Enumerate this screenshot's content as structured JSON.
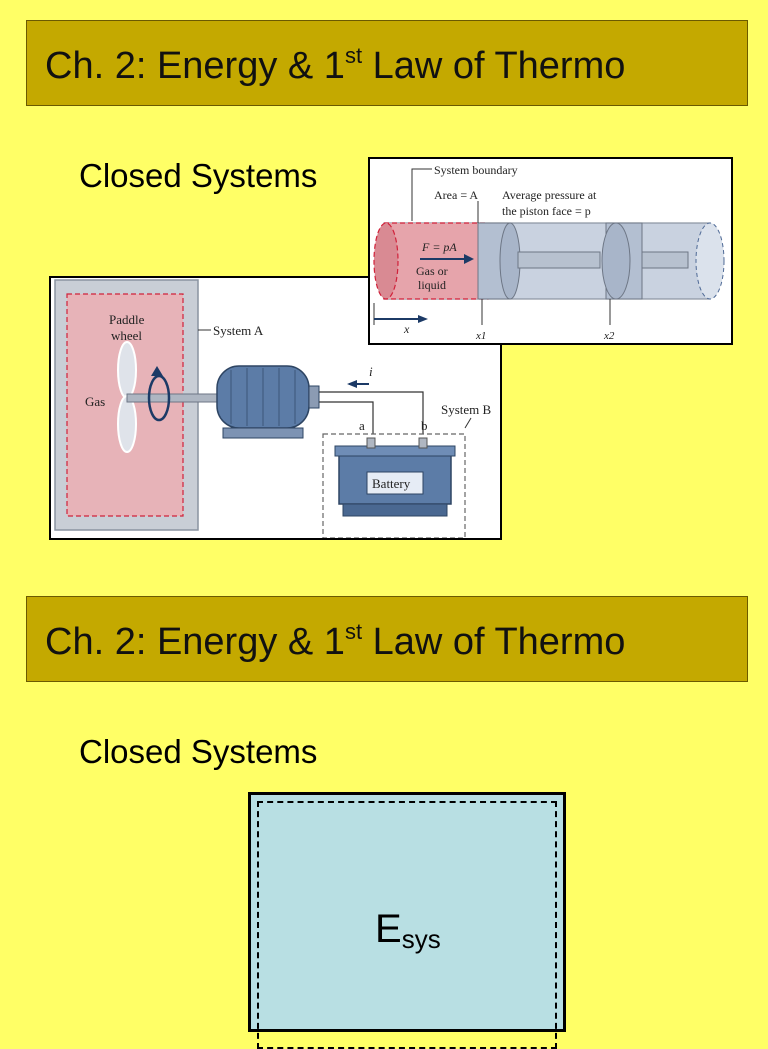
{
  "slide1": {
    "title_main": "Ch. 2:  Energy & 1",
    "title_sup": "st",
    "title_rest": " Law of Thermo",
    "subtitle": "Closed Systems",
    "piston_fig": {
      "system_boundary": "System boundary",
      "area": "Area = A",
      "avg_pressure_1": "Average pressure at",
      "avg_pressure_2": "the piston face = p",
      "force": "F = pA",
      "gas_or": "Gas or",
      "liquid": "liquid",
      "x": "x",
      "x1": "x1",
      "x2": "x2"
    },
    "paddle_fig": {
      "paddle": "Paddle",
      "wheel": "wheel",
      "system_a": "System A",
      "gas": "Gas",
      "current": "i",
      "a": "a",
      "b": "b",
      "system_b": "System B",
      "battery": "Battery"
    }
  },
  "slide2": {
    "title_main": "Ch. 2:  Energy & 1",
    "title_sup": "st",
    "title_rest": " Law of Thermo",
    "subtitle": "Closed Systems",
    "esys_main": "E",
    "esys_sub": "sys"
  },
  "colors": {
    "background": "#ffff66",
    "title_bar": "#c4a900",
    "esys_fill": "#b8dfe3"
  }
}
